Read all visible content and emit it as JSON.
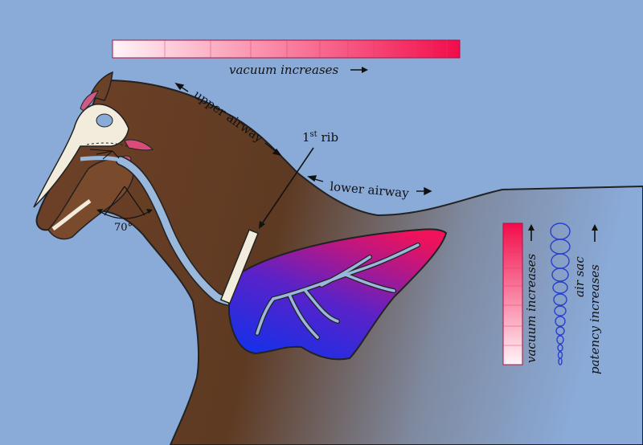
{
  "labels": {
    "vacuum_top": "vacuum increases",
    "upper_airway": "upper airway",
    "lower_airway": "lower airway",
    "rib_base": "1",
    "rib_sup": "st",
    "rib_word": " rib",
    "angle": "70°",
    "vacuum_side": "vacuum increases",
    "air_sac_line1": "air sac",
    "air_sac_line2": "patency increases"
  },
  "colors": {
    "background": "#8aaad8",
    "horse_brown": "#6b4228",
    "airway": "#9ab8dc",
    "lung_top": "#e8185a",
    "lung_bottom": "#1a2ee0",
    "gradient_light": "#fff2f5",
    "gradient_dark": "#f0104a",
    "skull": "#f1ecdc",
    "nasal_pink": "#d94c7a",
    "sac_outline": "#2a3fcc"
  }
}
